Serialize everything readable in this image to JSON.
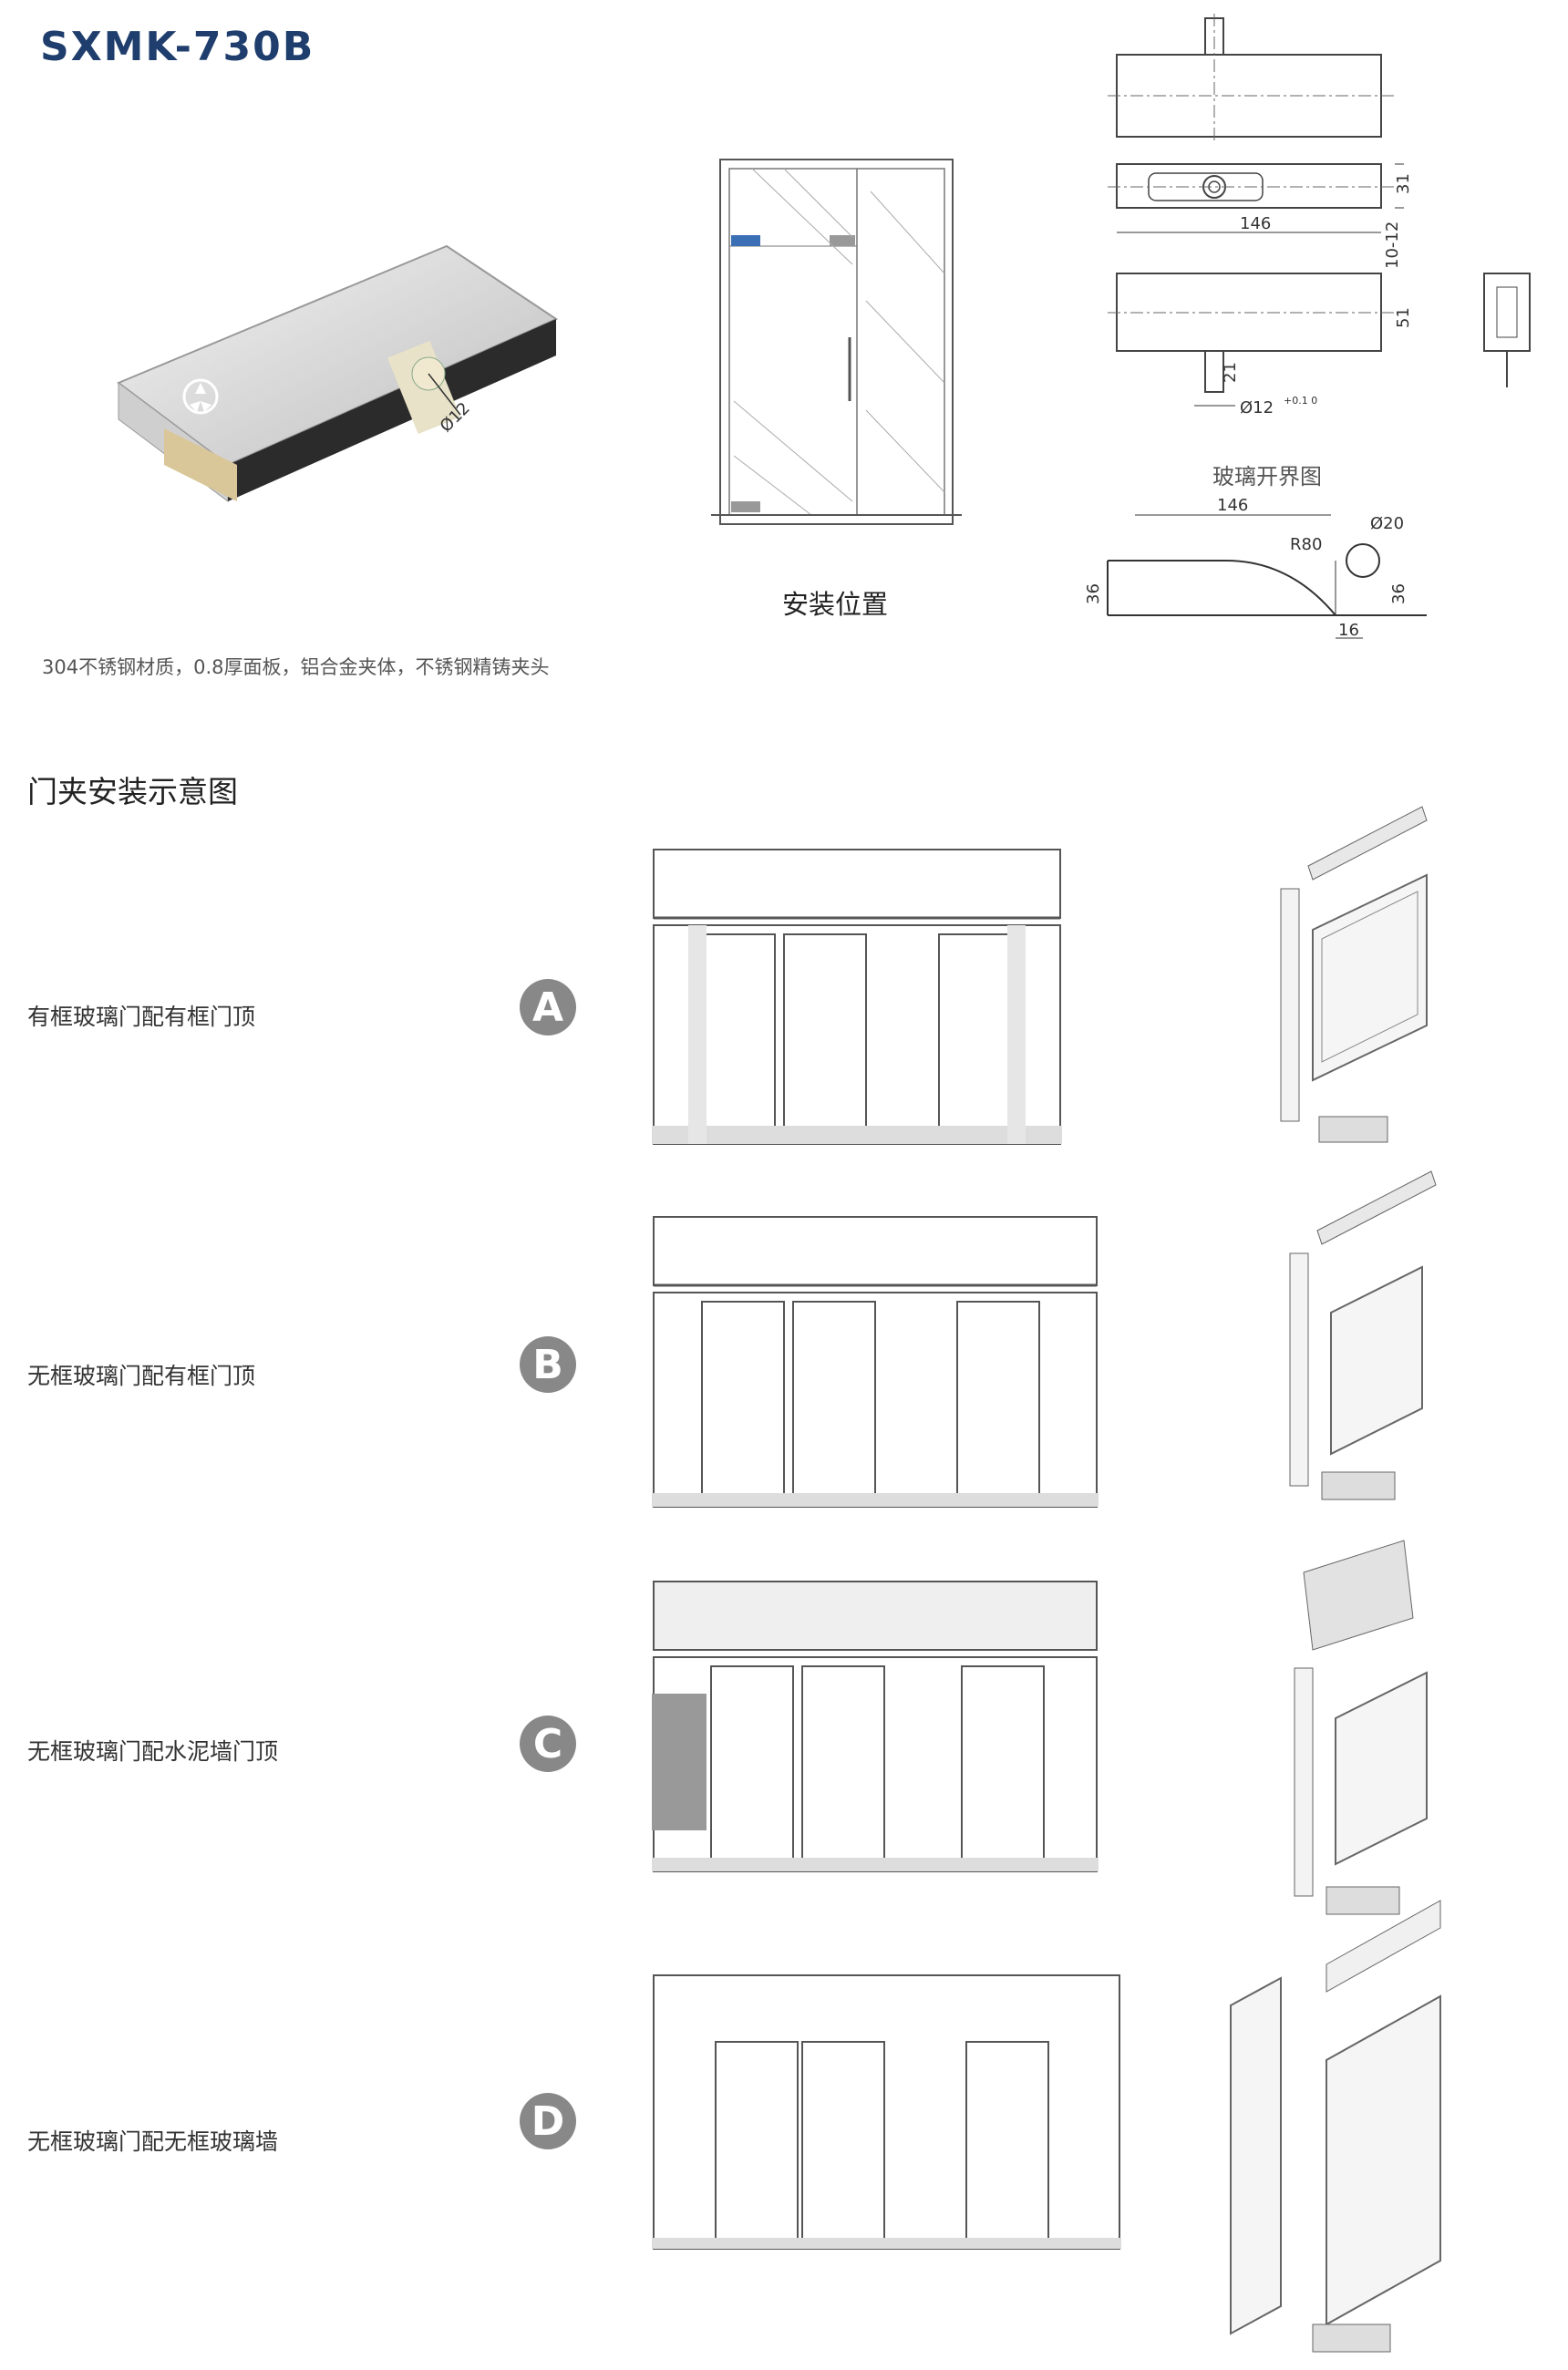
{
  "title": "SXMK-730B",
  "material": "304不锈钢材质，0.8厚面板，铝合金夹体，不锈钢精铸夹头",
  "install_caption": "安装位置",
  "section_heading": "门夹安装示意图",
  "drawing": {
    "dim_146": "146",
    "dim_31": "31",
    "dim_10_12": "10-12",
    "dim_51": "51",
    "dim_21": "21",
    "dim_phi12": "Ø12",
    "dim_tol": "+0.1 0",
    "photo_phi12": "Ø12",
    "cut_caption": "玻璃开界图",
    "cut_146": "146",
    "cut_r80": "R80",
    "cut_phi20": "Ø20",
    "cut_36_left": "36",
    "cut_36_right": "36",
    "cut_16": "16"
  },
  "rows": [
    {
      "badge": "A",
      "label": "有框玻璃门配有框门顶"
    },
    {
      "badge": "B",
      "label": "无框玻璃门配有框门顶"
    },
    {
      "badge": "C",
      "label": "无框玻璃门配水泥墙门顶"
    },
    {
      "badge": "D",
      "label": "无框玻璃门配无框玻璃墙"
    }
  ],
  "colors": {
    "title": "#1f3e6d",
    "badge": "#888888",
    "accent_blue": "#3a6fb5",
    "line": "#444444"
  }
}
